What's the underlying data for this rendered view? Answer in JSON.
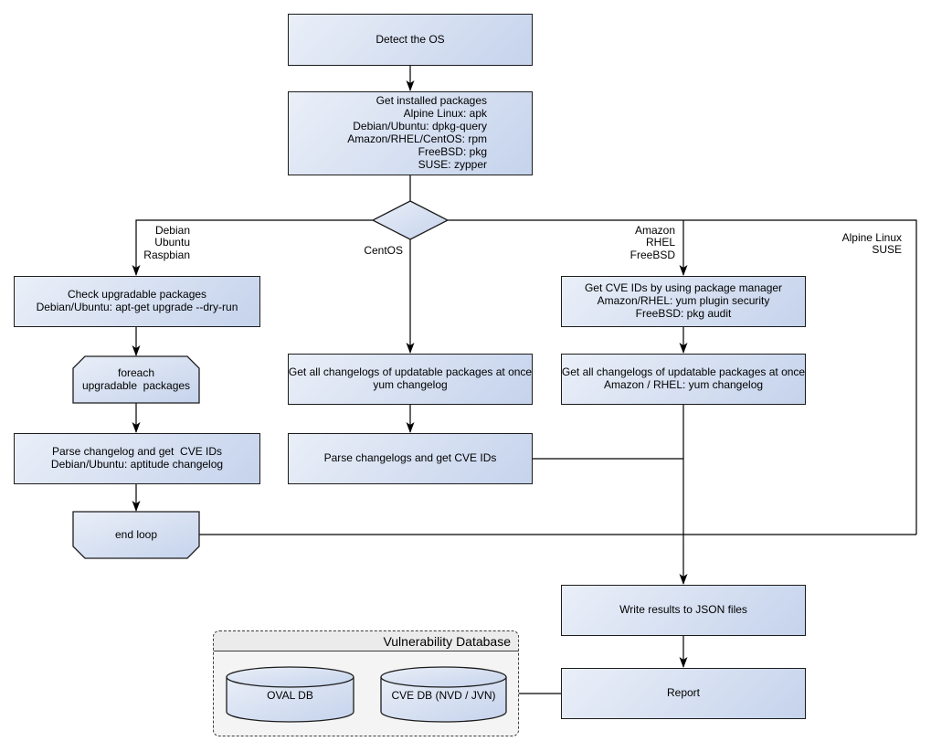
{
  "colors": {
    "node_fill_light": "#eaeff8",
    "node_fill_dark": "#c5d3ec",
    "node_border": "#1c1c1c",
    "connector": "#000000",
    "group_fill": "#f4f4f4",
    "group_header_fill": "#ebebeb",
    "group_border": "#3c3c3c",
    "text": "#000000"
  },
  "diagram": {
    "nodes": {
      "detect_os": {
        "label": "Detect the OS"
      },
      "get_installed_packages": {
        "label": "Get installed packages\nAlpine Linux: apk\nDebian/Ubuntu: dpkg-query\nAmazon/RHEL/CentOS: rpm\nFreeBSD: pkg\nSUSE: zypper"
      },
      "check_upgradable": {
        "label": "Check upgradable packages\nDebian/Ubuntu: apt-get upgrade --dry-run"
      },
      "foreach_loop": {
        "label": "foreach\nupgradable  packages"
      },
      "parse_changelog_deb": {
        "label": "Parse changelog and get  CVE IDs\nDebian/Ubuntu: aptitude changelog"
      },
      "end_loop": {
        "label": "end loop"
      },
      "get_changelogs_yum": {
        "label": "Get all changelogs of updatable packages at once\nyum changelog"
      },
      "parse_changelogs": {
        "label": "Parse changelogs and get CVE IDs"
      },
      "get_cve_ids_pkg_mgr": {
        "label": "Get CVE IDs by using package manager\nAmazon/RHEL: yum plugin security\nFreeBSD: pkg audit"
      },
      "get_changelogs_amazon": {
        "label": "Get all changelogs of updatable packages at once\nAmazon / RHEL: yum changelog"
      },
      "write_json": {
        "label": "Write results to JSON files"
      },
      "report": {
        "label": "Report"
      }
    },
    "branch_labels": {
      "debian": "Debian\nUbuntu\nRaspbian",
      "centos": "CentOS",
      "amazon": "Amazon\nRHEL\nFreeBSD",
      "alpine": "Alpine Linux\nSUSE"
    },
    "database_group": {
      "title": "Vulnerability Database",
      "cylinders": [
        {
          "label": "OVAL DB"
        },
        {
          "label": "CVE DB (NVD / JVN)"
        }
      ]
    }
  }
}
